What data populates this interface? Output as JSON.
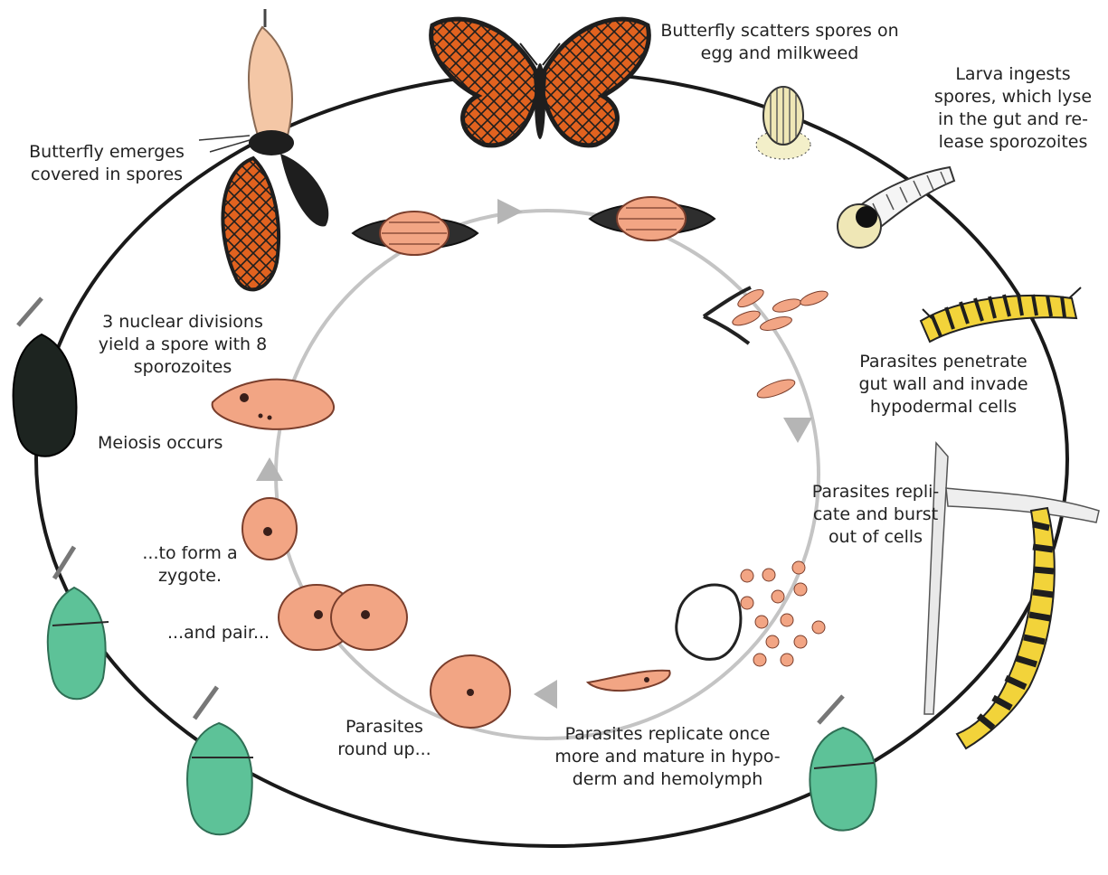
{
  "colors": {
    "outer_ring": "#1a1a1a",
    "inner_ring": "#c4c4c4",
    "arrow": "#b5b5b5",
    "parasite": "#f2a584",
    "parasite_stroke": "#7a3e2c",
    "nucleus": "#3a1f1a",
    "chrysalis_green": "#5dc298",
    "chrysalis_dark": "#1d2420",
    "butterfly_orange": "#e1621f",
    "butterfly_black": "#1e1e1e",
    "empty_chrysalis": "#f4c7a6",
    "caterpillar_yellow": "#f2d33a"
  },
  "icons": {
    "monarch_top": "monarch-butterfly-icon",
    "egg": "egg-icon",
    "larva_small": "hatching-larva-icon",
    "caterpillar": "caterpillar-icon",
    "hanging_caterpillar": "hanging-caterpillar-icon",
    "chrysalis_green": "green-chrysalis-icon",
    "chrysalis_dark": "dark-chrysalis-icon",
    "emerging": "emerging-butterfly-icon",
    "spore": "spore-icon"
  },
  "labels": {
    "scatters": "Butterfly scatters spores on\negg and milkweed",
    "ingests": "Larva ingests\nspores, which lyse\nin the gut and re-\nlease sporozoites",
    "penetrate": "Parasites penetrate\ngut wall and invade\nhypodermal cells",
    "burst": "Parasites repli-\ncate and burst\nout of cells",
    "replicate_once": "Parasites replicate once\nmore and mature in hypo-\nderm and hemolymph",
    "round_up": "Parasites\nround up...",
    "pair": "...and pair...",
    "zygote": "...to form a\nzygote.",
    "meiosis": "Meiosis occurs",
    "divisions": "3 nuclear divisions\nyield a spore with 8\nsporozoites",
    "emerges": "Butterfly emerges\ncovered in spores"
  }
}
